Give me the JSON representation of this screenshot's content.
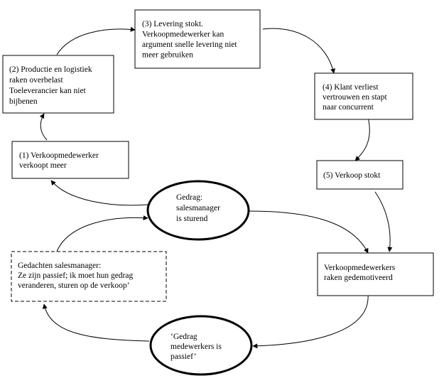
{
  "nodes": {
    "box1": {
      "lines": [
        "(1) Verkoopmedewerker",
        "verkoopt meer"
      ]
    },
    "box2": {
      "lines": [
        "(2) Productie en logistiek",
        "raken overbelast",
        "Toeleverancier kan niet",
        "bijbenen"
      ]
    },
    "box3": {
      "lines": [
        "(3) Levering stokt.",
        "Verkoopmedewerker kan",
        "argument snelle levering niet",
        "meer gebruiken"
      ]
    },
    "box4": {
      "lines": [
        "(4) Klant verliest",
        "vertrouwen en stapt",
        "naar concurrent"
      ]
    },
    "box5": {
      "lines": [
        "(5) Verkoop stokt"
      ]
    },
    "gedrag_sales": {
      "lines": [
        "Gedrag:",
        "salesmanager",
        "is sturend"
      ]
    },
    "demotivated": {
      "lines": [
        "Verkoopmedewerkers",
        "raken gedemotiveerd"
      ]
    },
    "gedrag_med": {
      "lines": [
        "‘Gedrag",
        "medewerkers is",
        "passief’"
      ]
    },
    "thoughts": {
      "lines": [
        "Gedachten salesmanager:",
        "Ze zijn passief; ik moet hun gedrag",
        "veranderen, sturen op de verkoop’"
      ]
    }
  }
}
